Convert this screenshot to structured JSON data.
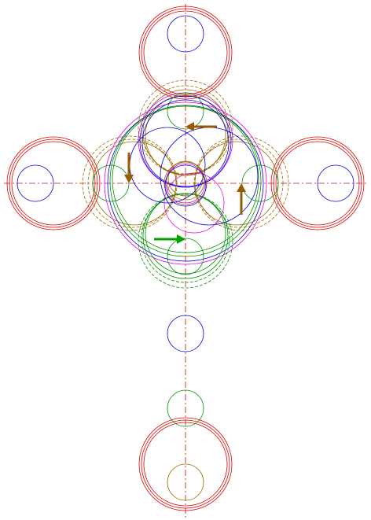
{
  "colors": {
    "red": "#e00000",
    "blue": "#0000e0",
    "green": "#009000",
    "brown": "#9a6a00",
    "magenta": "#e000e0",
    "arrow_brown": "#9a5a00",
    "arrow_green": "#00a000",
    "background": "#ffffff"
  },
  "diagram": {
    "center_lines": [
      "vertical-axis",
      "horizontal-axis"
    ],
    "arrows": [
      {
        "name": "arrow-left-brown",
        "direction": "left",
        "color": "arrow_brown"
      },
      {
        "name": "arrow-down-brown",
        "direction": "down",
        "color": "arrow_brown"
      },
      {
        "name": "arrow-up-brown",
        "direction": "up",
        "color": "arrow_brown"
      },
      {
        "name": "arrow-right-green",
        "direction": "right",
        "color": "arrow_green"
      }
    ]
  }
}
